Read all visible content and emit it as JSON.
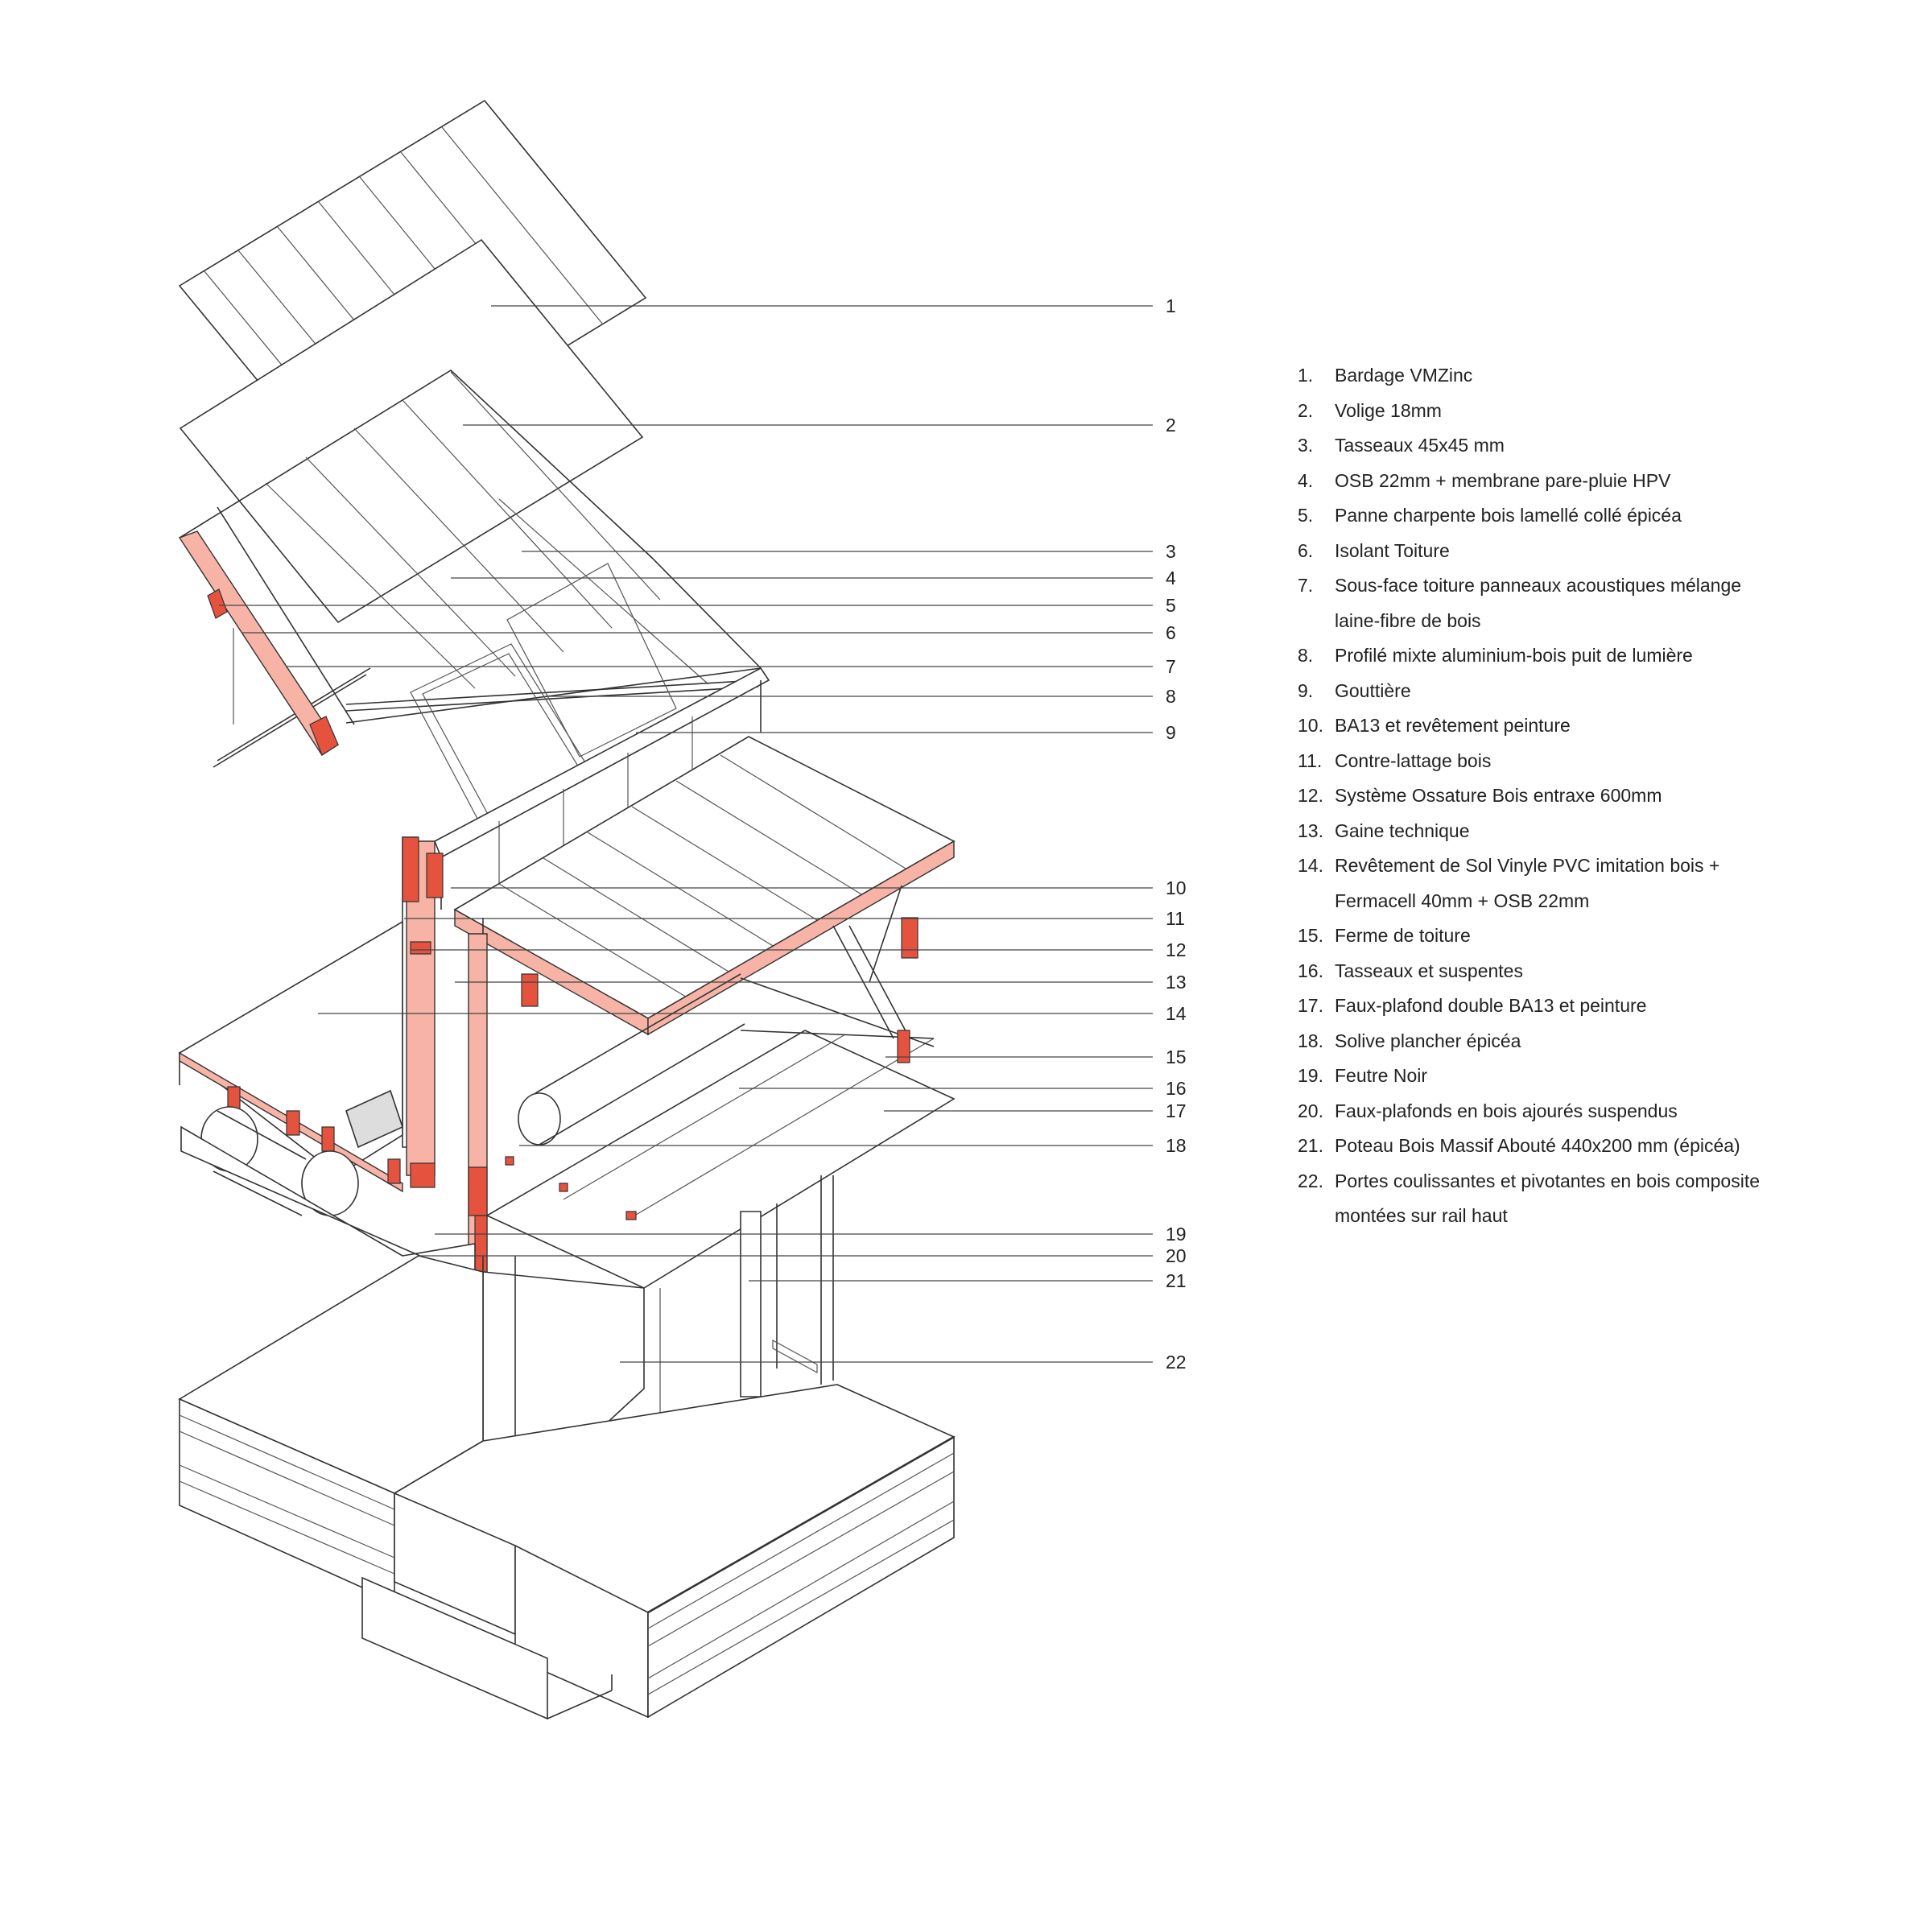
{
  "callouts": [
    "1",
    "2",
    "3",
    "4",
    "5",
    "6",
    "7",
    "8",
    "9",
    "10",
    "11",
    "12",
    "13",
    "14",
    "15",
    "16",
    "17",
    "18",
    "19",
    "20",
    "21",
    "22"
  ],
  "legend": [
    {
      "num": "1.",
      "text": "Bardage VMZinc"
    },
    {
      "num": "2.",
      "text": "Volige 18mm"
    },
    {
      "num": "3.",
      "text": "Tasseaux 45x45 mm"
    },
    {
      "num": "4.",
      "text": "OSB 22mm  + membrane pare-pluie HPV"
    },
    {
      "num": "5.",
      "text": "Panne charpente bois lamellé collé épicéa"
    },
    {
      "num": "6.",
      "text": "Isolant Toiture"
    },
    {
      "num": "7.",
      "text": "Sous-face toiture panneaux acoustiques mélange"
    },
    {
      "num": "",
      "text": "laine-fibre de bois"
    },
    {
      "num": "8.",
      "text": "Profilé mixte aluminium-bois puit de lumière"
    },
    {
      "num": "9.",
      "text": "Gouttière"
    },
    {
      "num": "10.",
      "text": "BA13 et revêtement peinture"
    },
    {
      "num": "11.",
      "text": "Contre-lattage bois"
    },
    {
      "num": "12.",
      "text": "Système Ossature Bois entraxe 600mm"
    },
    {
      "num": "13.",
      "text": "Gaine technique"
    },
    {
      "num": "14.",
      "text": "Revêtement de Sol Vinyle PVC imitation bois +"
    },
    {
      "num": "",
      "text": "Fermacell 40mm + OSB 22mm"
    },
    {
      "num": "15.",
      "text": "Ferme de toiture"
    },
    {
      "num": "16.",
      "text": "Tasseaux et suspentes"
    },
    {
      "num": "17.",
      "text": "Faux-plafond double BA13 et peinture"
    },
    {
      "num": "18.",
      "text": "Solive plancher épicéa"
    },
    {
      "num": "19.",
      "text": "Feutre Noir"
    },
    {
      "num": "20.",
      "text": "Faux-plafonds en bois ajourés suspendus"
    },
    {
      "num": "21.",
      "text": "Poteau Bois Massif Abouté 440x200 mm (épicéa)"
    },
    {
      "num": "22.",
      "text": "Portes coulissantes et pivotantes en bois composite"
    },
    {
      "num": "",
      "text": "montées sur rail haut"
    }
  ],
  "colors": {
    "accent": "#e5533f",
    "insulation": "#f6b3a6",
    "line": "#333333"
  }
}
